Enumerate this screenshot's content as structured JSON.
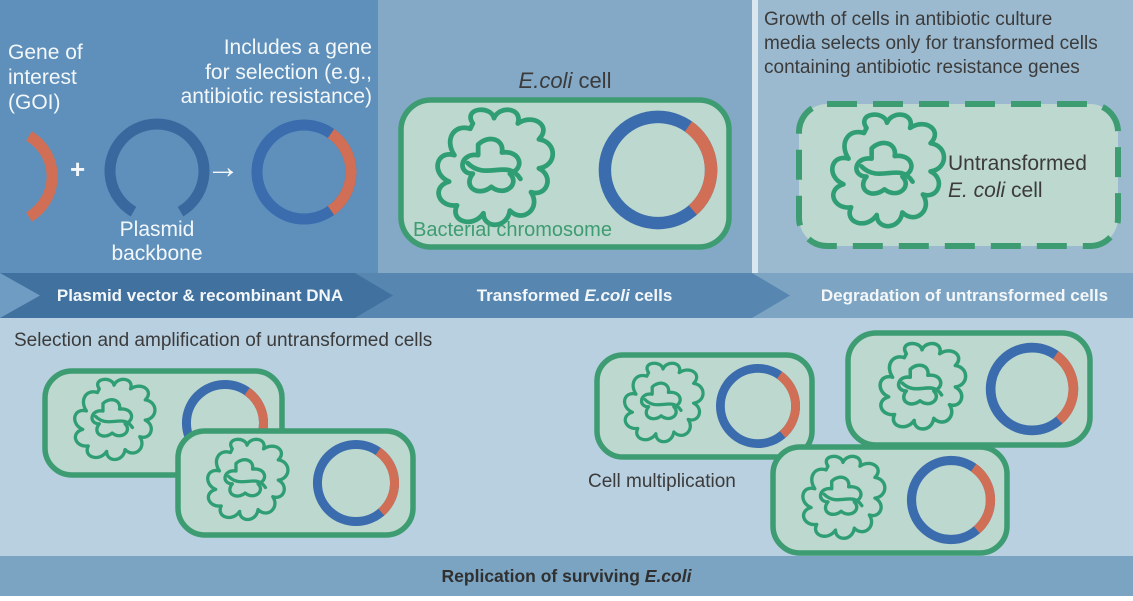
{
  "plasmid_panel": {
    "goi_label": "Gene of\ninterest\n(GOI)",
    "plus_sign": "+",
    "result_arrow": "→",
    "backbone_label": "Plasmid\nbackbone",
    "selection_gene_note": "Includes a gene\nfor selection (e.g.,\nantibiotic resistance)"
  },
  "transformed_panel": {
    "cell_title_species": "E.coli",
    "cell_title_suffix": " cell",
    "chromosome_label": "Bacterial chromosome"
  },
  "selection_panel": {
    "note": "Growth of cells in antibiotic culture\nmedia selects only for transformed cells\ncontaining antibiotic resistance genes",
    "untransformed_line1": "Untransformed",
    "untransformed_species": "E. coli",
    "untransformed_suffix": " cell"
  },
  "process_banner": {
    "step1": "Plasmid vector & recombinant DNA",
    "step2_prefix": "Transformed ",
    "step2_species": "E.coli",
    "step2_suffix": " cells",
    "step3": "Degradation of untransformed cells"
  },
  "bottom_section": {
    "selection_label": "Selection and amplification of untransformed cells",
    "multiplication_label": "Cell multiplication",
    "replication_prefix": "Replication of surviving ",
    "replication_species": "E.coli"
  },
  "colors": {
    "panel_left_bg": "#5e90bb",
    "panel_mid_bg": "#84a9c7",
    "panel_right_bg": "#9cbacf",
    "banner_step1_bg": "#41719f",
    "banner_step2_bg": "#5787b1",
    "banner_step3_bg": "#7da4c2",
    "bottom_bg": "#b8d0e0",
    "bottom_banner_bg": "#7aa4c2",
    "cell_fill": "#bdd8ce",
    "cell_border_green": "#3e9c72",
    "chromosome_green": "#2f9e74",
    "plasmid_blue": "#3a6cae",
    "goi_orange": "#d06f55",
    "light_text": "#f3f7f9",
    "dark_text": "#3b3b3b"
  }
}
